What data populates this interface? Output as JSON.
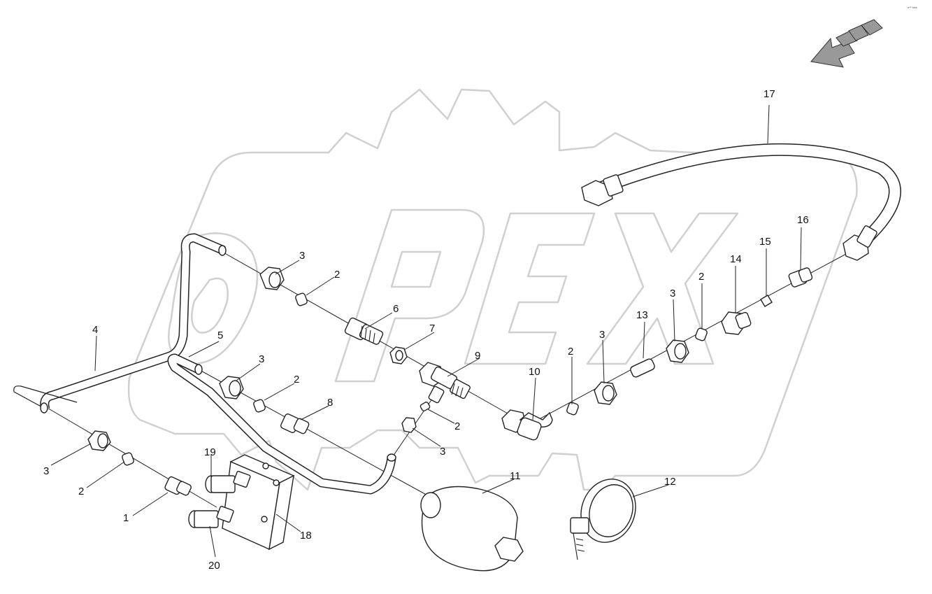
{
  "corner_text": "e⁴⁵ tnss",
  "watermark_text": "OPEX",
  "callouts": {
    "c1": "1",
    "c2a": "2",
    "c2b": "2",
    "c2c": "2",
    "c2d": "2",
    "c2e": "2",
    "c2f": "2",
    "c3a": "3",
    "c3b": "3",
    "c3c": "3",
    "c3d": "3",
    "c3e": "3",
    "c3f": "3",
    "c4": "4",
    "c5": "5",
    "c6": "6",
    "c7": "7",
    "c8": "8",
    "c9": "9",
    "c10": "10",
    "c11": "11",
    "c12": "12",
    "c13": "13",
    "c14": "14",
    "c15": "15",
    "c16": "16",
    "c17": "17",
    "c18": "18",
    "c19": "19",
    "c20": "20"
  },
  "icons": {
    "direction_arrow": "direction-arrow-icon"
  }
}
